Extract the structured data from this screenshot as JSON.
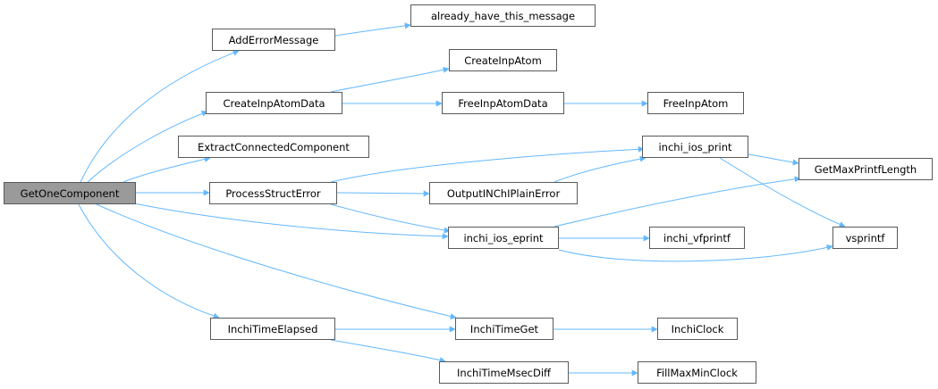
{
  "colors": {
    "edge": "#63b8ff",
    "node_border": "#5a5a5a",
    "root_fill": "#9a9a9a"
  },
  "nodes": {
    "getonecomponent": "GetOneComponent",
    "adderrormessage": "AddErrorMessage",
    "already_have_this_message": "already_have_this_message",
    "createinpatomdata": "CreateInpAtomData",
    "createinpatom": "CreateInpAtom",
    "freeinpatomdata": "FreeInpAtomData",
    "freeinpatom": "FreeInpAtom",
    "extractconnectedcomponent": "ExtractConnectedComponent",
    "processstructerror": "ProcessStructError",
    "inchi_ios_print": "inchi_ios_print",
    "outputinchiplainerror": "OutputINChIPlainError",
    "getmaxprintflength": "GetMaxPrintfLength",
    "inchi_ios_eprint": "inchi_ios_eprint",
    "inchi_vfprintf": "inchi_vfprintf",
    "vsprintf": "vsprintf",
    "inchitimeelapsed": "InchiTimeElapsed",
    "inchitimeget": "InchiTimeGet",
    "inchiclock": "InchiClock",
    "inchitimemsecdiff": "InchiTimeMsecDiff",
    "fillmaxminclock": "FillMaxMinClock"
  }
}
